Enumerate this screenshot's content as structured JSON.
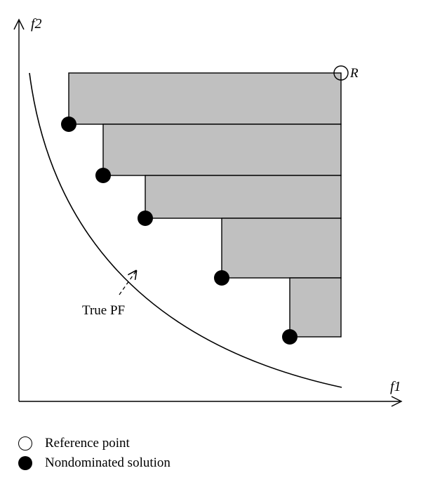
{
  "axes": {
    "x_label": "f1",
    "y_label": "f2"
  },
  "reference_point": {
    "label": "R"
  },
  "true_pf_label": "True PF",
  "legend": [
    {
      "marker": "hollow-circle",
      "label": "Reference point"
    },
    {
      "marker": "filled-circle",
      "label": "Nondominated solution"
    }
  ],
  "colors": {
    "region_fill": "#c0c0c0",
    "line": "#000000"
  }
}
